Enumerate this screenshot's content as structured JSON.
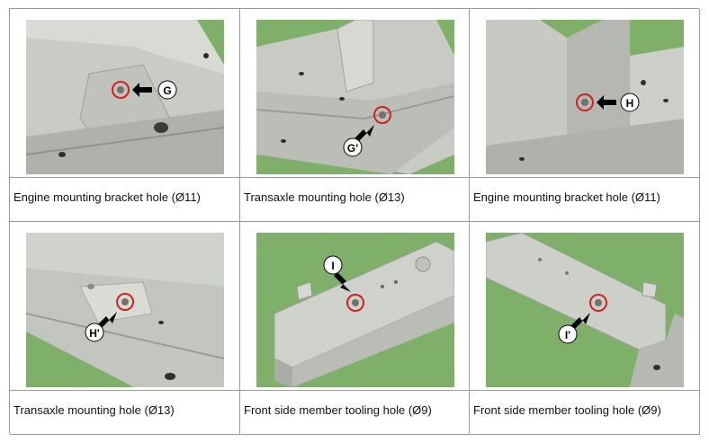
{
  "rows": [
    {
      "captions": [
        "Engine mounting bracket hole (Ø11)",
        "Transaxle mounting hole (Ø13)",
        "Engine mounting bracket hole (Ø11)"
      ],
      "markers": [
        "G",
        "G'",
        "H"
      ]
    },
    {
      "captions": [
        "Transaxle mounting hole (Ø13)",
        "Front side member tooling hole (Ø9)",
        "Front side member tooling hole (Ø9)"
      ],
      "markers": [
        "H'",
        "I",
        "I'"
      ]
    }
  ],
  "colors": {
    "background_green": "#7fb06a",
    "metal_light": "#d9dcd6",
    "metal_mid": "#b9bdb6",
    "metal_dark": "#8f948c",
    "target_circle": "#d62020",
    "arrow": "#000000"
  }
}
